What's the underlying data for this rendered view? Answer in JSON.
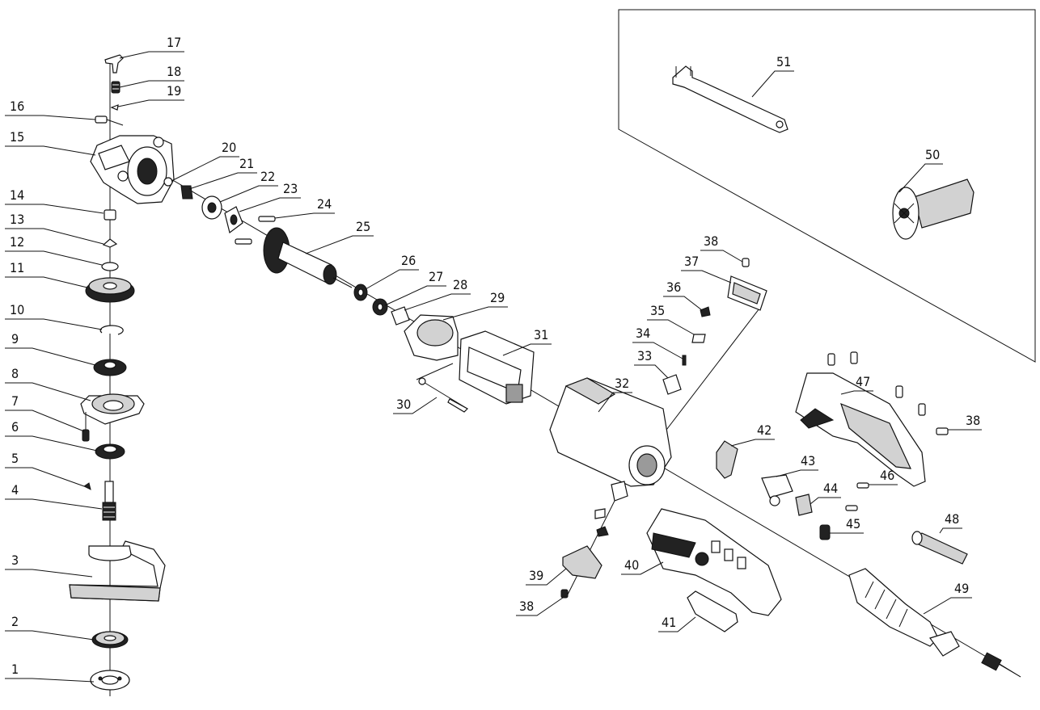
{
  "labels": {
    "p1": "1",
    "p2": "2",
    "p3": "3",
    "p4": "4",
    "p5": "5",
    "p6": "6",
    "p7": "7",
    "p8": "8",
    "p9": "9",
    "p10": "10",
    "p11": "11",
    "p12": "12",
    "p13": "13",
    "p14": "14",
    "p15": "15",
    "p16": "16",
    "p17": "17",
    "p18": "18",
    "p19": "19",
    "p20": "20",
    "p21": "21",
    "p22": "22",
    "p23": "23",
    "p24": "24",
    "p25": "25",
    "p26": "26",
    "p27": "27",
    "p28": "28",
    "p29": "29",
    "p30": "30",
    "p31": "31",
    "p32": "32",
    "p33": "33",
    "p34": "34",
    "p35": "35",
    "p36": "36",
    "p37": "37",
    "p38": "38",
    "p39": "39",
    "p40": "40",
    "p41": "41",
    "p42": "42",
    "p43": "43",
    "p44": "44",
    "p45": "45",
    "p46": "46",
    "p47": "47",
    "p48": "48",
    "p49": "49",
    "p50": "50",
    "p51": "51"
  }
}
